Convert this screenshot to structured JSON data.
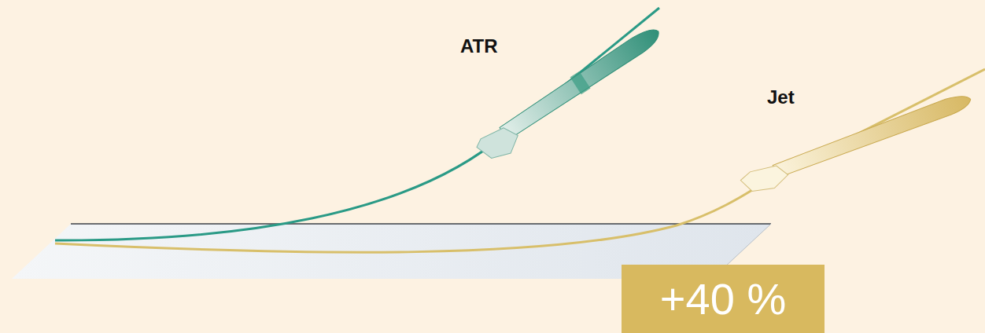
{
  "diagram": {
    "nodes": [
      {
        "text": [
          "+40 %"
        ]
      }
    ],
    "labels": [
      "ATR",
      "Jet"
    ]
  }
}
